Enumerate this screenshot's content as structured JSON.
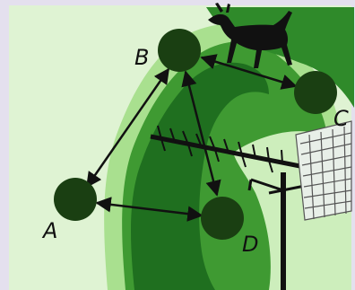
{
  "diagram": {
    "nodes": [
      {
        "id": "A",
        "label": "A"
      },
      {
        "id": "B",
        "label": "B"
      },
      {
        "id": "C",
        "label": "C"
      },
      {
        "id": "D",
        "label": "D"
      }
    ],
    "edges": [
      {
        "from": "A",
        "to": "B",
        "arrows": "both"
      },
      {
        "from": "B",
        "to": "C",
        "arrows": "both"
      },
      {
        "from": "A",
        "to": "D",
        "arrows": "both"
      },
      {
        "from": "B",
        "to": "D",
        "arrows": "both"
      }
    ],
    "illustrations": [
      "deer-silhouette",
      "tv-antenna"
    ],
    "colors": {
      "background": "#e4e0ee",
      "field_light": "#dff3d3",
      "field_mid": "#a9e08f",
      "field_dark": "#3f9a32",
      "field_darkest": "#1f6f1f",
      "node": "#1a3f12",
      "ink": "#111111"
    }
  }
}
